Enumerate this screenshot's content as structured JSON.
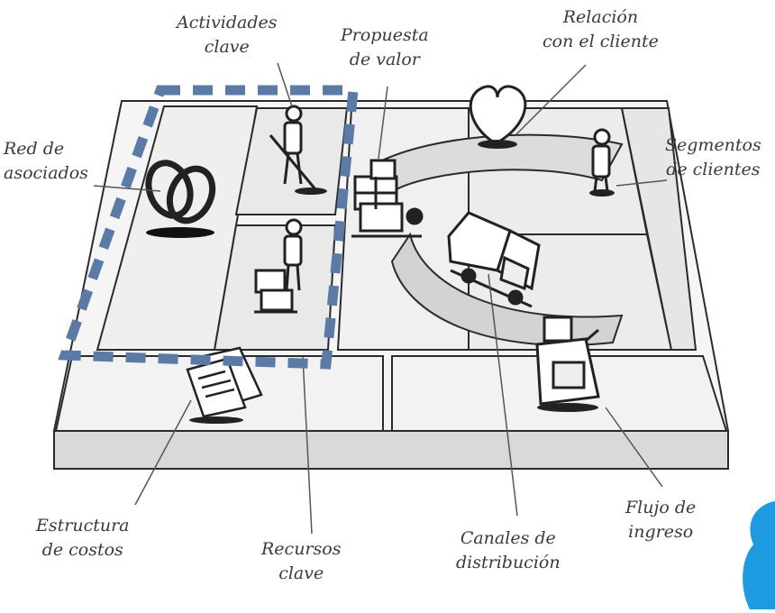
{
  "diagram": {
    "labels": {
      "actividades_clave": [
        "Actividades",
        "clave"
      ],
      "propuesta_de_valor": [
        "Propuesta",
        "de valor"
      ],
      "relacion_con_el_cliente": [
        "Relación",
        "con el cliente"
      ],
      "red_de_asociados": [
        "Red de",
        "asociados"
      ],
      "segmentos_de_clientes": [
        "Segmentos",
        "de clientes"
      ],
      "estructura_de_costos": [
        "Estructura",
        "de costos"
      ],
      "recursos_clave": [
        "Recursos",
        "clave"
      ],
      "canales_de_distribucion": [
        "Canales de",
        "distribución"
      ],
      "flujo_de_ingreso": [
        "Flujo de",
        "ingreso"
      ]
    },
    "colors": {
      "highlight_dash": "#5b7aa6",
      "accent_blob": "#1e9be0",
      "ink": "#2a2a2a",
      "board_top": "#f4f4f4",
      "board_side": "#d6d6d6"
    },
    "icons": [
      "rings-icon",
      "person-digging-icon",
      "gift-boxes-icon",
      "heart-icon",
      "person-standing-icon",
      "person-with-boxes-icon",
      "delivery-truck-icon",
      "cash-register-icon",
      "invoice-papers-icon"
    ]
  }
}
